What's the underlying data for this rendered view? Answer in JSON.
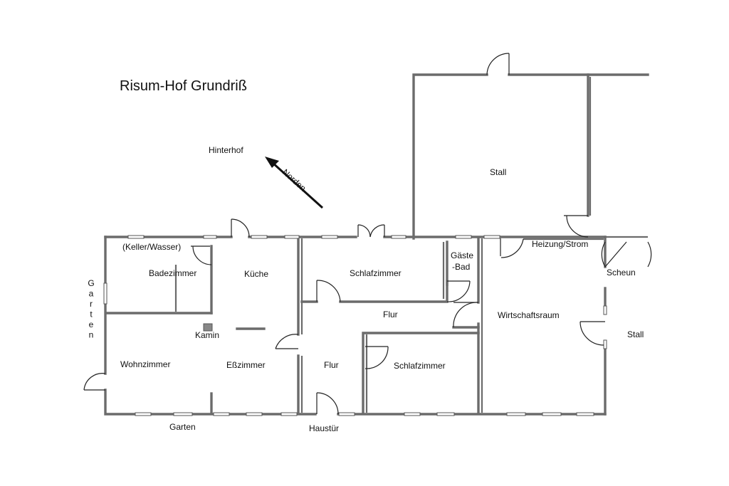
{
  "title": "Risum-Hof Grundriß",
  "compass": {
    "yard_label": "Hinterhof",
    "north_label": "Norden"
  },
  "rooms": {
    "stall": "Stall",
    "keller": "(Keller/Wasser)",
    "badezimmer": "Badezimmer",
    "kueche": "Küche",
    "schlafzimmer_top": "Schlafzimmer",
    "gaeste_bad_1": "Gäste",
    "gaeste_bad_2": "-Bad",
    "heizung": "Heizung/Strom",
    "scheune": "Scheun",
    "kamin": "Kamin",
    "flur_upper": "Flur",
    "wirtschaftsraum": "Wirtschaftsraum",
    "stall_right": "Stall",
    "wohnzimmer": "Wohnzimmer",
    "esszimmer": "Eßzimmer",
    "flur_lower": "Flur",
    "schlafzimmer_bottom": "Schlafzimmer"
  },
  "outside": {
    "garten_side": "Garten",
    "garten_bottom": "Garten",
    "haustuer": "Haustür"
  }
}
